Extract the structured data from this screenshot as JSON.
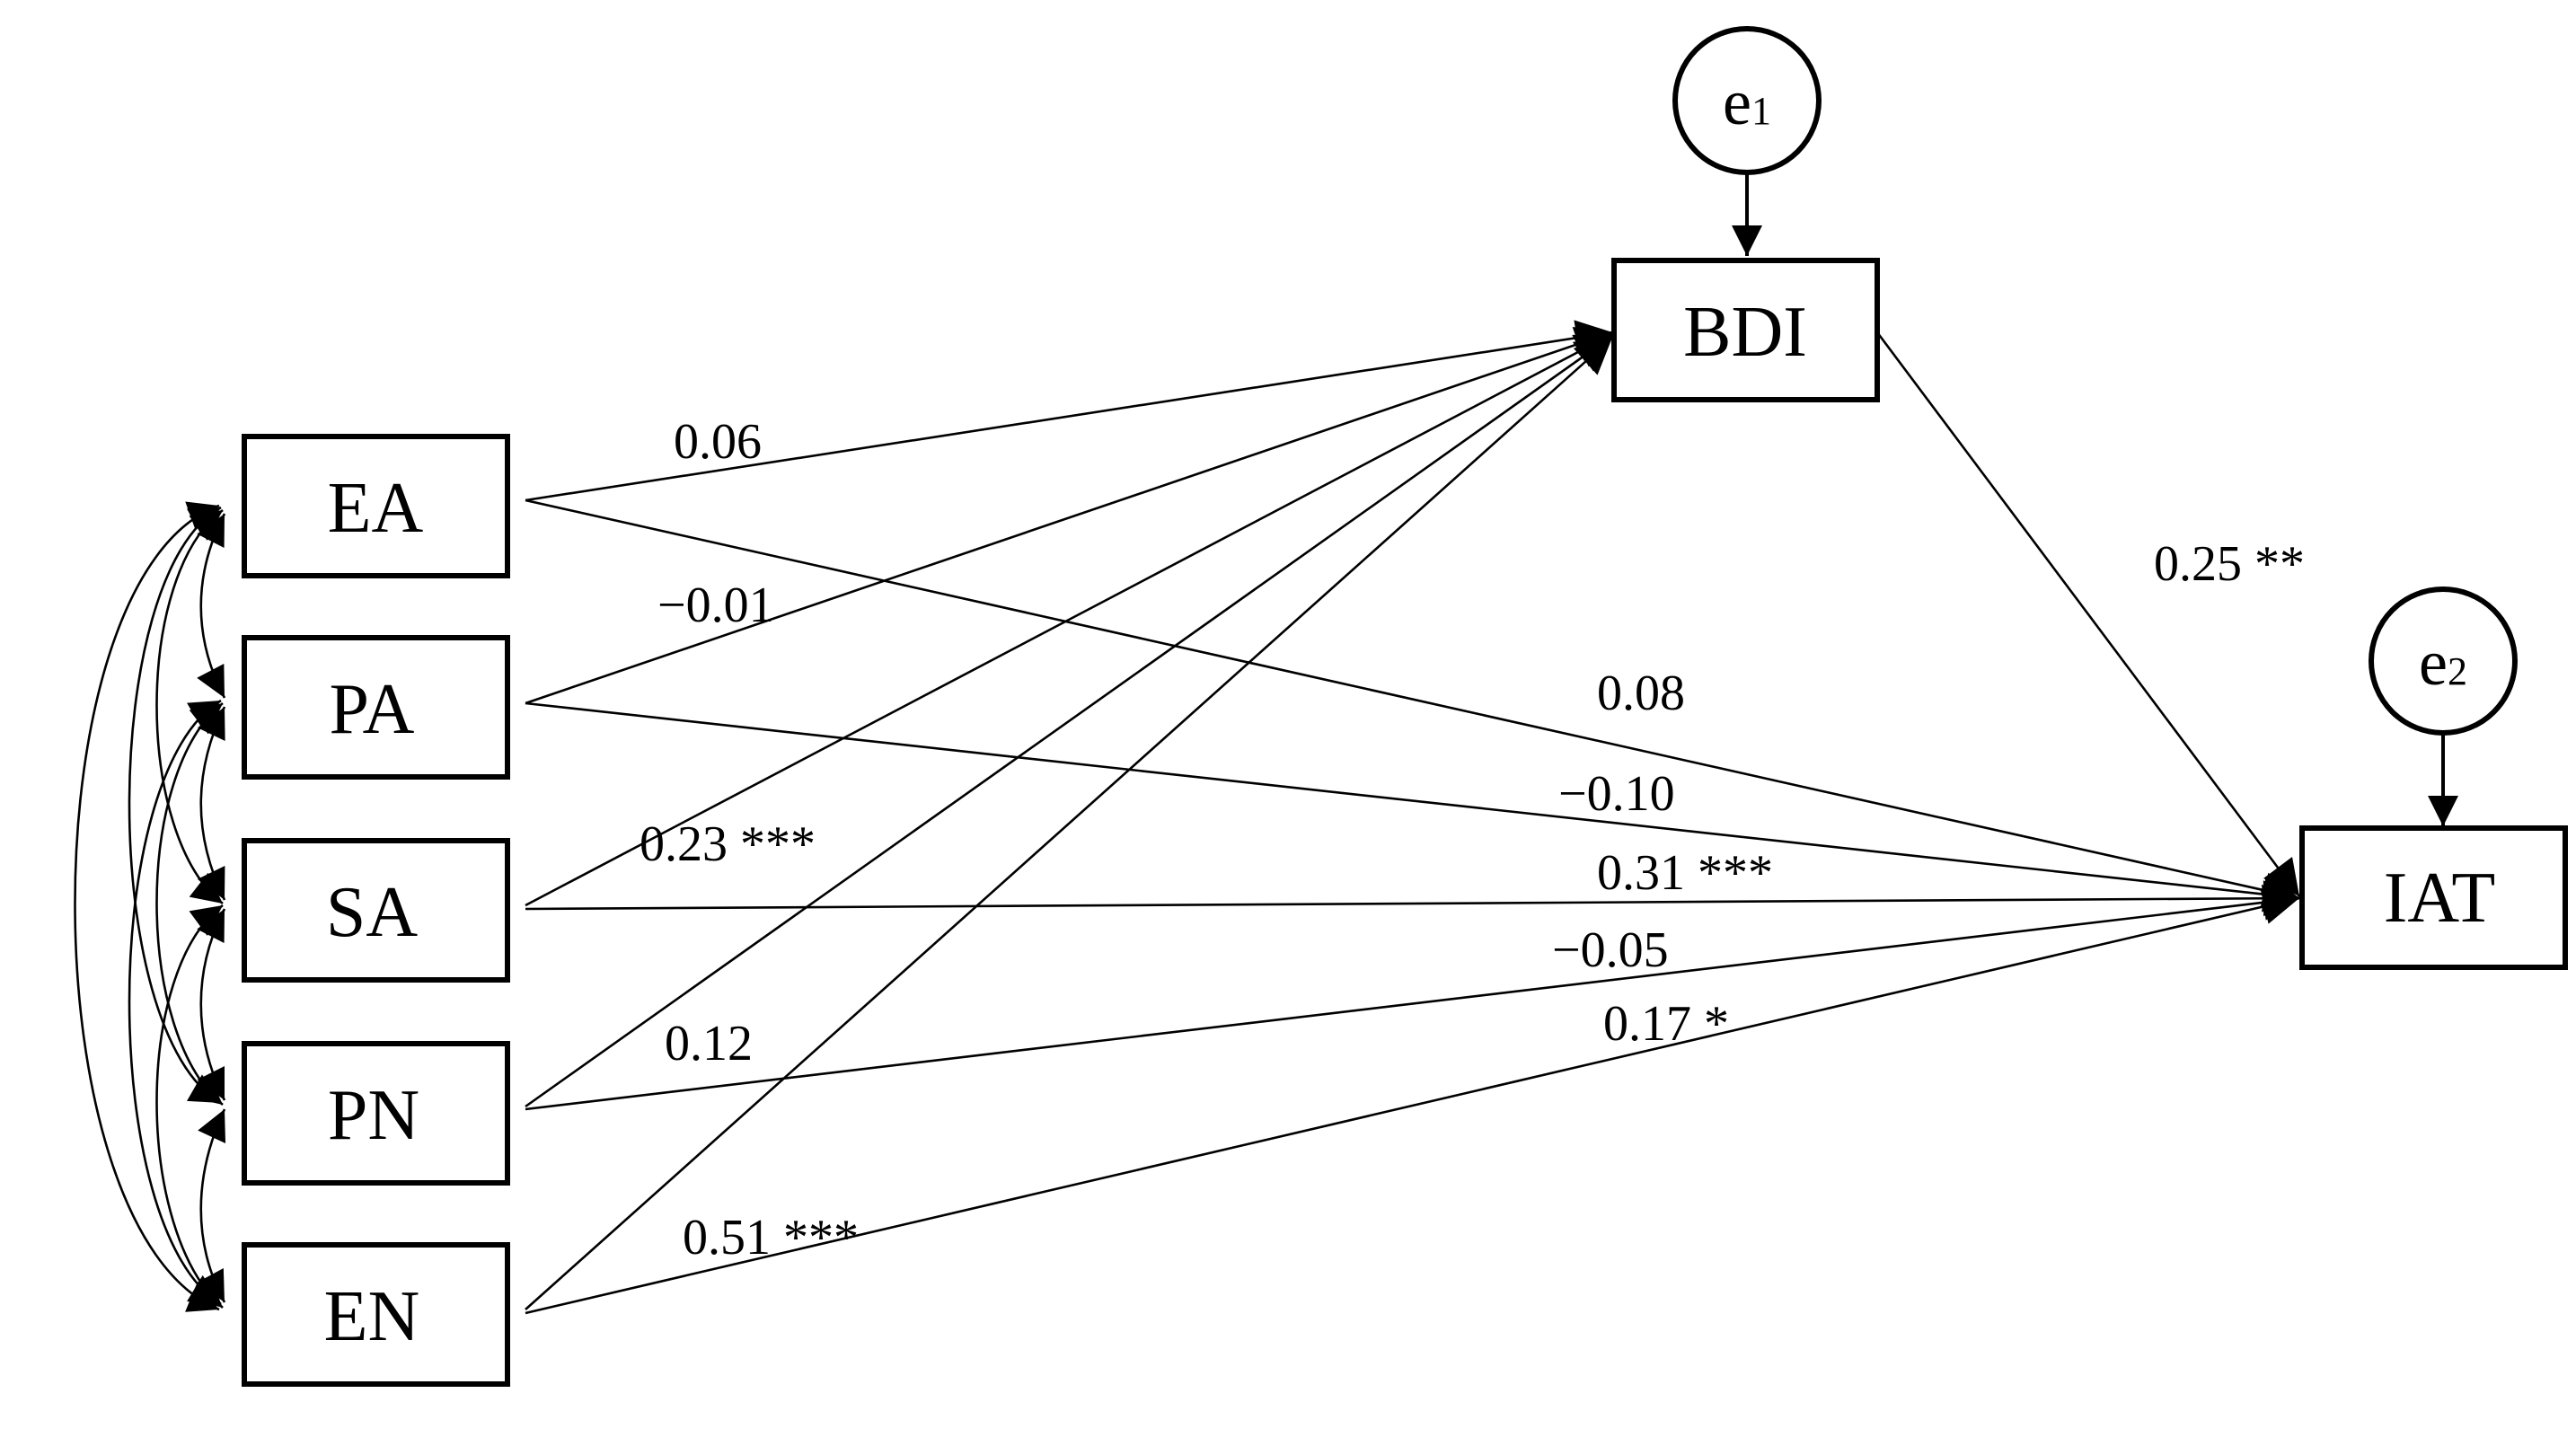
{
  "nodes": {
    "ea": "EA",
    "pa": "PA",
    "sa": "SA",
    "pn": "PN",
    "en": "EN",
    "bdi": "BDI",
    "iat": "IAT"
  },
  "errors": {
    "e1": {
      "letter": "e",
      "sub": "1"
    },
    "e2": {
      "letter": "e",
      "sub": "2"
    }
  },
  "coefficients": {
    "ea_bdi": "0.06",
    "pa_bdi": "−0.01",
    "sa_bdi": "0.23 ***",
    "pn_bdi": "0.12",
    "en_bdi": "0.51 ***",
    "ea_iat": "0.08",
    "pa_iat": "−0.10",
    "sa_iat": "0.31 ***",
    "pn_iat": "−0.05",
    "en_iat": "0.17 *",
    "bdi_iat": "0.25 **"
  }
}
